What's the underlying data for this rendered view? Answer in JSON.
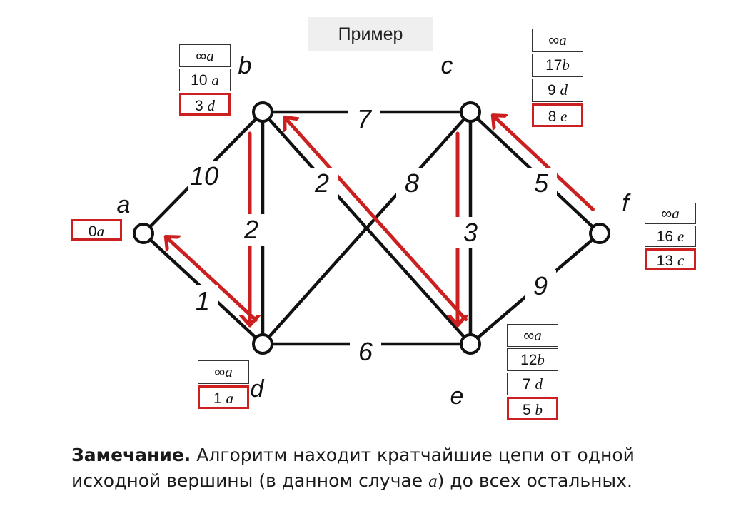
{
  "title": "Пример",
  "accent_color": "#cc1f1f",
  "vertices": {
    "a": {
      "label": "a",
      "labels": [
        "0a"
      ],
      "highlight": 0
    },
    "b": {
      "label": "b",
      "labels": [
        "∞a",
        "10 a",
        "3 d"
      ],
      "highlight": 2
    },
    "c": {
      "label": "c",
      "labels": [
        "∞a",
        "17b",
        "9 d",
        "8 e"
      ],
      "highlight": 3
    },
    "d": {
      "label": "d",
      "labels": [
        "∞a",
        "1 a"
      ],
      "highlight": 1
    },
    "e": {
      "label": "e",
      "labels": [
        "∞a",
        "12b",
        "7 d",
        "5 b"
      ],
      "highlight": 3
    },
    "f": {
      "label": "f",
      "labels": [
        "∞a",
        "16 e",
        "13 c"
      ],
      "highlight": 2
    }
  },
  "edges": [
    {
      "from": "a",
      "to": "b",
      "weight": "10"
    },
    {
      "from": "a",
      "to": "d",
      "weight": "1"
    },
    {
      "from": "b",
      "to": "c",
      "weight": "7"
    },
    {
      "from": "b",
      "to": "d",
      "weight": "2"
    },
    {
      "from": "b",
      "to": "e",
      "weight": "2"
    },
    {
      "from": "d",
      "to": "c",
      "weight": "8"
    },
    {
      "from": "d",
      "to": "e",
      "weight": "6"
    },
    {
      "from": "c",
      "to": "e",
      "weight": "3"
    },
    {
      "from": "c",
      "to": "f",
      "weight": "5"
    },
    {
      "from": "e",
      "to": "f",
      "weight": "9"
    }
  ],
  "path_arrows": [
    {
      "from": "d",
      "to": "a"
    },
    {
      "from": "b",
      "to": "d"
    },
    {
      "from": "e",
      "to": "b"
    },
    {
      "from": "c",
      "to": "e"
    },
    {
      "from": "f",
      "to": "c"
    }
  ],
  "note": {
    "bold": "Замечание.",
    "text1": " Алгоритм находит кратчайшие цепи от одной исходной вершины (в данном случае ",
    "var": "a",
    "text2": ") до всех остальных."
  }
}
